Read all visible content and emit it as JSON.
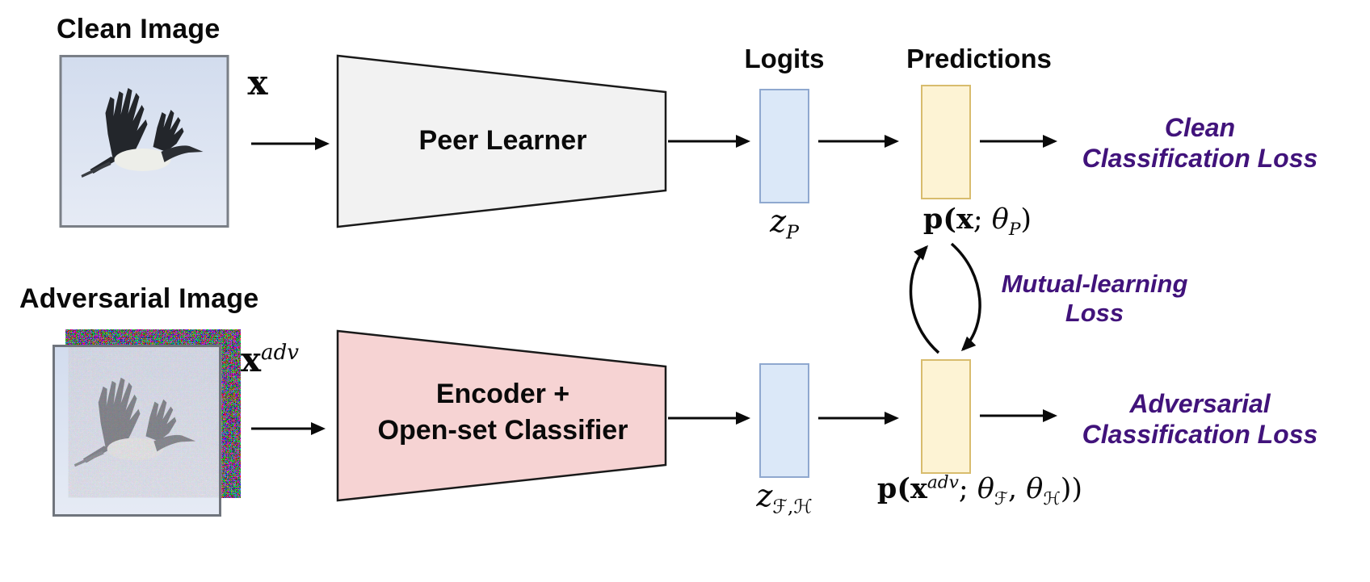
{
  "clean_branch": {
    "image_title": "Clean Image",
    "input_symbol": "x",
    "model_label": "Peer Learner",
    "logits_header": "Logits",
    "predictions_header": "Predictions",
    "logits_symbol": {
      "base": "z",
      "sub": "P"
    },
    "prediction_formula": {
      "func": "p(",
      "arg": "x",
      "sep": "; ",
      "param": "θ",
      "param_sub": "P",
      "close": ")"
    },
    "loss_label": {
      "line1": "Clean",
      "line2": "Classification Loss"
    }
  },
  "adversarial_branch": {
    "image_title": "Adversarial Image",
    "input_symbol": {
      "base": "x",
      "sup": "adv"
    },
    "model_label": {
      "line1": "Encoder +",
      "line2": "Open-set Classifier"
    },
    "logits_symbol": {
      "base": "z",
      "sub": "ℱ,ℋ"
    },
    "prediction_formula": {
      "func": "p(",
      "arg": "x",
      "arg_sup": "adv",
      "sep": "; ",
      "param1": "θ",
      "param1_sub": "ℱ",
      "comma": ", ",
      "param2": "θ",
      "param2_sub": "ℋ",
      "close": "))"
    },
    "loss_label": {
      "line1": "Adversarial",
      "line2": "Classification Loss"
    }
  },
  "mutual_learning": {
    "loss_label": {
      "line1": "Mutual-learning",
      "line2": "Loss"
    }
  },
  "colors": {
    "loss_text": "#41137b",
    "peer_learner_fill": "#f2f2f2",
    "encoder_fill": "#f6d3d3",
    "logits_box_fill": "#dbe8f8",
    "logits_box_border": "#8fa8cf",
    "predictions_box_fill": "#fdf3d4",
    "predictions_box_border": "#d8bc6d",
    "arrow": "#000000",
    "block_border": "#1a1a1a"
  }
}
